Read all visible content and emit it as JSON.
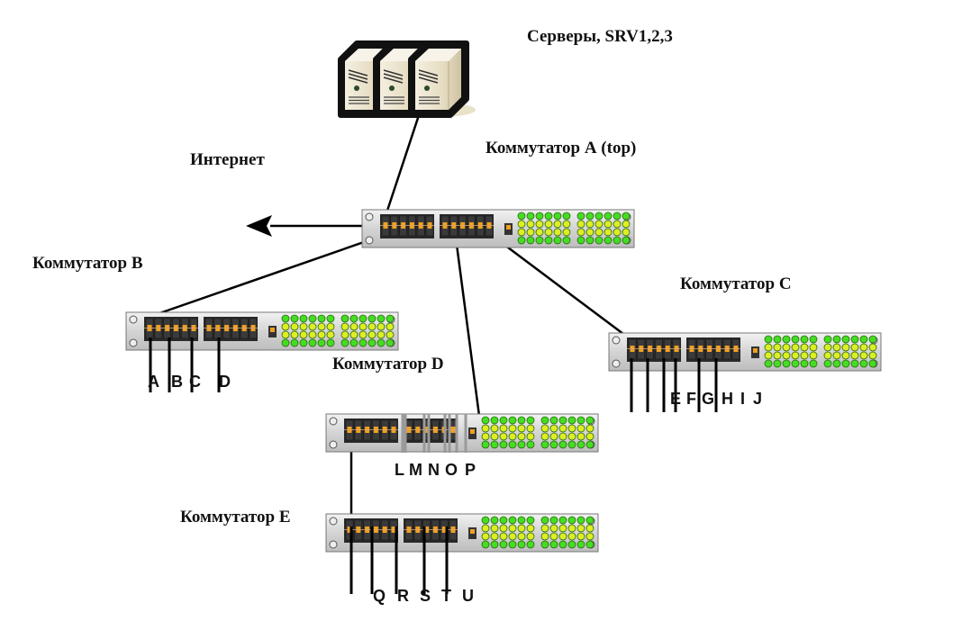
{
  "labels": {
    "servers": "Серверы, SRV1,2,3",
    "internet": "Интернет",
    "switch_a": "Коммутатор А (top)",
    "switch_b": "Коммутатор B",
    "switch_c": "Коммутатор C",
    "switch_d": "Коммутатор D",
    "switch_e": "Коммутатор E"
  },
  "port_labels": {
    "switch_b": [
      "A",
      "B",
      "C",
      "D"
    ],
    "switch_c": [
      "E",
      "F",
      "G",
      "H",
      "I",
      "J"
    ],
    "switch_d": [
      "L",
      "M",
      "N",
      "O",
      "P"
    ],
    "switch_e": [
      "Q",
      "R",
      "S",
      "T",
      "U"
    ]
  },
  "colors": {
    "port_orange": "#f0a020",
    "led_green": "#44dd22",
    "led_yellow": "#ddee22",
    "chassis": "#d8d8d8",
    "line": "#000000"
  },
  "icons": {
    "servers": "server-tower-icon",
    "switch": "network-switch-icon",
    "internet_arrow": "arrow-left-icon"
  }
}
